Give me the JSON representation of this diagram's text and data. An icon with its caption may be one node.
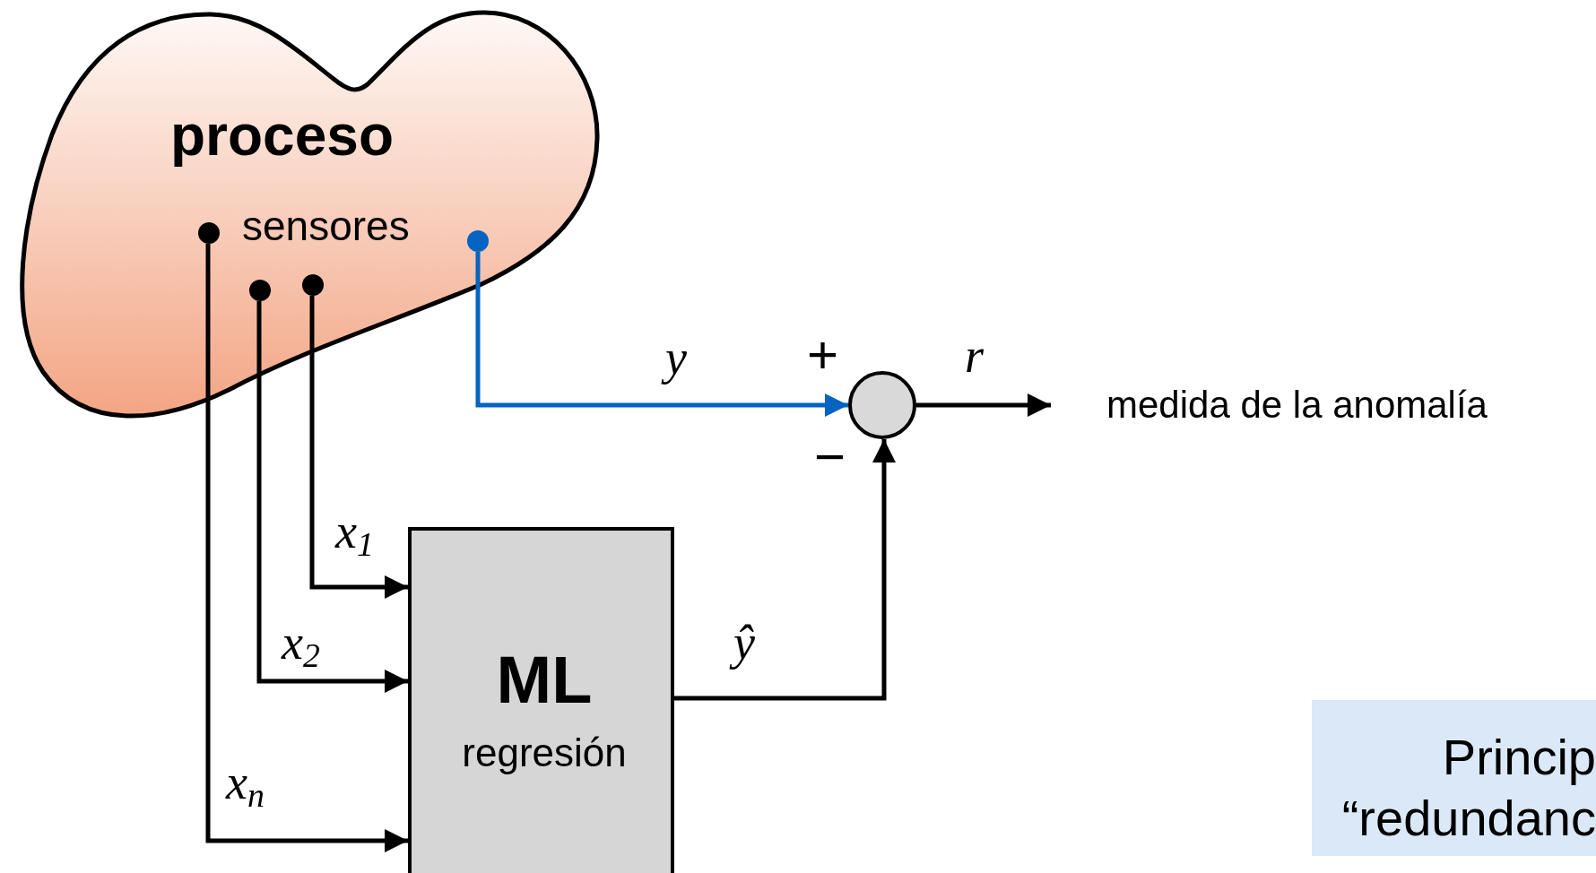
{
  "diagram": {
    "nodes": [
      {
        "text": [
          "proceso",
          "sensores"
        ]
      },
      {
        "text": [],
        "shape": "circle",
        "in": 0
      },
      {
        "text": [],
        "shape": "circle",
        "in": 0
      },
      {
        "text": [],
        "shape": "circle",
        "in": 0
      },
      {
        "text": [],
        "shape": "circle",
        "in": 0
      },
      {
        "text": [
          "ML",
          "regresión"
        ]
      },
      {
        "text": [],
        "shape": "circle",
        "beside": [
          "+",
          "−"
        ]
      },
      {
        "text": [
          "medida de la anomalía"
        ]
      },
      {
        "text": [
          "Princip",
          "“redundanc"
        ]
      }
    ],
    "edges": [
      {
        "from": 1,
        "to": 5,
        "arrow": "to",
        "label": "x$_{n}$"
      },
      {
        "from": 2,
        "to": 5,
        "arrow": "to",
        "label": "x$_{2}$"
      },
      {
        "from": 3,
        "to": 5,
        "arrow": "to",
        "label": "x$_{1}$"
      },
      {
        "from": 4,
        "to": 6,
        "arrow": "to",
        "label": "y",
        "color": "#0563c1"
      },
      {
        "from": 5,
        "to": 6,
        "arrow": "to",
        "label": "ŷ"
      },
      {
        "from": 6,
        "to": 7,
        "arrow": "to",
        "label": "r"
      }
    ]
  }
}
